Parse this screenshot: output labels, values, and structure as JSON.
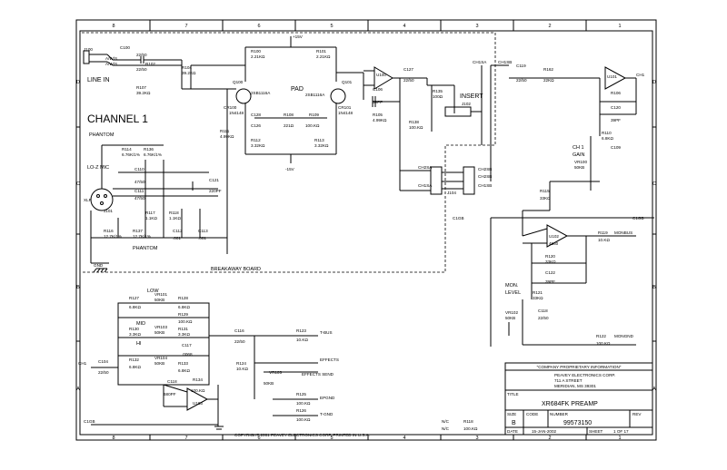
{
  "grid": {
    "columns": [
      "8",
      "7",
      "6",
      "5",
      "4",
      "3",
      "2",
      "1"
    ],
    "rows": [
      "D",
      "C",
      "B",
      "A"
    ]
  },
  "sections": {
    "channel": "CHANNEL 1",
    "line_in": "LINE IN",
    "lo_z_mic": "LO-Z MIC",
    "phantom_top": "PHANTOM",
    "phantom_bottom": "PHANTOM",
    "pad": "PAD",
    "insert": "INSERT",
    "breakaway": "BREAKAWAY BOARD",
    "low": "LOW",
    "mid": "MID",
    "hi": "HI",
    "mon_level_1": "MON.",
    "mon_level_2": "LEVEL",
    "ch1_gain_1": "CH 1",
    "ch1_gain_2": "GAIN"
  },
  "rails": {
    "plus": "+15V",
    "minus": "-15V",
    "gnd": "GND"
  },
  "nets": {
    "ch1sa_top": "CH1SA",
    "ch1sb_top": "CH1SB",
    "ch1_out": "CH1",
    "ch2sa": "CH2SA",
    "ch1sa_mid": "CH1SA",
    "ch2sb": "CH2SB",
    "ch2sb_b": "CH2SB",
    "ch1sb_mid": "CH1SB",
    "c1gb_left": "C1GB",
    "c1gb_right": "C1GB",
    "monbus": "MONBUS",
    "monbus_b": "MONGND",
    "ch1_in_bottom": "CH1",
    "tbus": "T-BUS",
    "effects": "EFFECTS",
    "effects_send": "EFFECTS SEND",
    "epgnd": "EPGND",
    "tgnd": "T-GND",
    "c1gb_bottom": "C1GB",
    "nc1": "N/C",
    "nc2": "N/C"
  },
  "parts": {
    "j100": "J100",
    "c100": "C100",
    "c100v": "22/50",
    "r102": "R102",
    "r102v": "22/50",
    "r104": "R104",
    "r104v": "39.2KΩ",
    "r107": "R107",
    "r107v": "39.2KΩ",
    "sw_a": "A/W/S",
    "sw_b": "A/W/S",
    "r100": "R100",
    "r100v": "2.21KΩ",
    "r101": "R101",
    "r101v": "2.21KΩ",
    "q100": "Q100",
    "q100v": "2SB1116A",
    "q101": "Q101",
    "q101v": "2SB1116A",
    "cr100": "CR100",
    "cr100v": "1N4148",
    "cr101": "CR101",
    "cr101v": "1N4148",
    "r108": "R108",
    "r108v": "221Ω",
    "r109": "R109",
    "r109v": "100.KΩ",
    "r111": "R111",
    "r111v": "4.99KΩ",
    "r112": "R112",
    "r112v": "3.32KΩ",
    "r113": "R113",
    "r113v": "3.32KΩ",
    "c128": "C128",
    "c126": "C126",
    "u100": "U100",
    "c106": "C106",
    "c106v": "39PF",
    "r105": "R105",
    "r105v": "4.99KΩ",
    "c127": "C127",
    "c127v": "22/50",
    "r135": "R135",
    "r135v": "100Ω",
    "r138": "R138",
    "r138v": "100.KΩ",
    "j102": "J102",
    "c119": "C119",
    "c119v": "22/50",
    "r162": "R162",
    "r162v": "22KΩ",
    "u101": "U101",
    "r106": "R106",
    "c120": "C120",
    "c120v": "39PF",
    "r110": "R110",
    "r110v": "6.8KΩ",
    "c109": "C109",
    "vr100": "VR100",
    "vr100v": "50KB",
    "r114": "R114",
    "r114v": "6.76K/1%",
    "r136": "R136",
    "r136v": "6.76K/1%",
    "c110": "C110",
    "c110v": "47/50",
    "c111": "C111",
    "c111v": "47/50",
    "c121": "C121",
    "c121v": "220PF",
    "j101": "J101",
    "xlr": "XLR",
    "r116": "R116",
    "r116v": "12.7K/1%",
    "r137": "R137",
    "r137v": "12.7K/1%",
    "r117": "R117",
    "r117v": "1.1KΩ",
    "r118": "R118",
    "r118v": "1.1KΩ",
    "c112": "C112",
    "c112v": ".001",
    "c113": "C113",
    "c113v": ".001",
    "j104": "J104",
    "r115": "R115",
    "r115v": "33KΩ",
    "u102": "U102",
    "u102v": "4560",
    "r120": "R120",
    "r120v": "33KΩ",
    "c122": "C122",
    "c122v": "39PF",
    "r121": "R121",
    "r121v": "33KΩ",
    "r119": "R119",
    "r119v": "10.KΩ",
    "vr102": "VR102",
    "vr102v": "50KB",
    "c118": "C118",
    "c118v": "22/50",
    "r122": "R122",
    "r122v": "100.KΩ",
    "r127": "R127",
    "r127v": "6.8KΩ",
    "vr101": "VR101",
    "vr101v": "50KB",
    "r128": "R128",
    "r128v": "6.8KΩ",
    "r129": "R129",
    "r129v": "100.KΩ",
    "r130": "R130",
    "r130v": "3.3KΩ",
    "vr103": "VR103",
    "vr103v": "50KB",
    "r131": "R131",
    "r131v": "3.3KΩ",
    "c117": "C117",
    "c117v": ".0068",
    "r132": "R132",
    "r132v": "6.8KΩ",
    "vr104": "VR104",
    "vr104v": "50KB",
    "r133": "R133",
    "r133v": "6.8KΩ",
    "c104": "C104",
    "c104v": "22/50",
    "c118b": "C118",
    "c118bv": "680PF",
    "r134": "R134",
    "r134v": "100.KΩ",
    "u103": "U103",
    "c116": "C116",
    "c116v": "22/50",
    "r123": "R123",
    "r123v": "10.KΩ",
    "r124": "R124",
    "r124v": "10.KΩ",
    "vr105": "VR105",
    "vr105v": "50KB",
    "r125": "R125",
    "r125v": "100.KΩ",
    "r126": "R126",
    "r126v": "100.KΩ",
    "r118b": "R118",
    "r118bv": "100.KΩ"
  },
  "footer": {
    "copyright": "COPYRIGHT 2001 PEAVEY ELECTRONICS CORP.   PRINTED IN U.S.A."
  },
  "title_block": {
    "proprietary": "\"COMPANY PROPRIETARY INFORMATION\"",
    "company": "PEAVEY ELECTRONICS CORP.",
    "street": "711 A STREET",
    "city": "MERIDIAN, MS 39301",
    "title_label": "TITLE",
    "title": "XR684FK PREAMP",
    "size_label": "SIZE",
    "size": "B",
    "code_label": "CODE",
    "number_label": "NUMBER",
    "number": "99573150",
    "rev_label": "REV",
    "date_label": "DATE",
    "date": "15-JAN-2002",
    "sheet_label": "SHEET",
    "sheet": "1 OF 17"
  }
}
